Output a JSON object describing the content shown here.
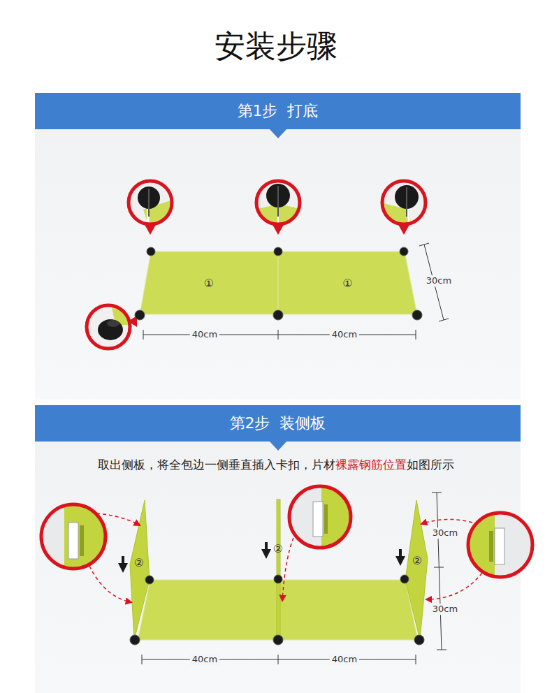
{
  "diagram": {
    "title": "安装步骤",
    "nodes": [
      {
        "text": [
          "第1步  打底"
        ]
      },
      {
        "text": [
          "①"
        ]
      },
      {
        "text": [
          "①"
        ]
      },
      {
        "text": [
          "第2步  装侧板"
        ]
      }
    ],
    "labels": [
      "30cm",
      "40cm",
      "40cm",
      "取出侧板，将全包边一侧垂直插入卡扣，片材",
      "裸露钢筋位置",
      "如图所示",
      "②",
      "②",
      "②",
      "30cm",
      "30cm",
      "40cm",
      "40cm"
    ]
  }
}
